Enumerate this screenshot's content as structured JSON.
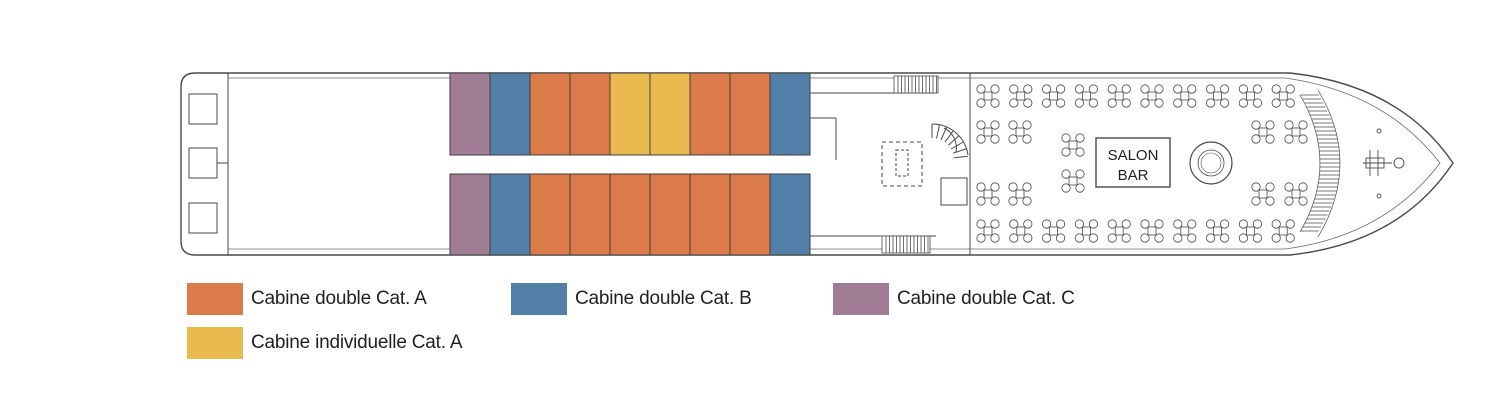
{
  "colors": {
    "cat_a_double": "#db7b4a",
    "cat_b_double": "#5380a9",
    "cat_c_double": "#a07d95",
    "cat_a_single": "#e9bb4e",
    "outline": "#4a4a4a"
  },
  "deck": {
    "cabins_top": [
      "C",
      "B",
      "A",
      "A",
      "S",
      "S",
      "A",
      "A",
      "B"
    ],
    "cabins_bottom": [
      "C",
      "B",
      "A",
      "A",
      "A",
      "A",
      "A",
      "A",
      "B"
    ],
    "salon_label_line1": "SALON",
    "salon_label_line2": "BAR"
  },
  "legend": [
    {
      "key": "A",
      "label": "Cabine double Cat. A"
    },
    {
      "key": "B",
      "label": "Cabine double Cat. B"
    },
    {
      "key": "C",
      "label": "Cabine double Cat. C"
    },
    {
      "key": "S",
      "label": "Cabine individuelle Cat. A"
    }
  ]
}
